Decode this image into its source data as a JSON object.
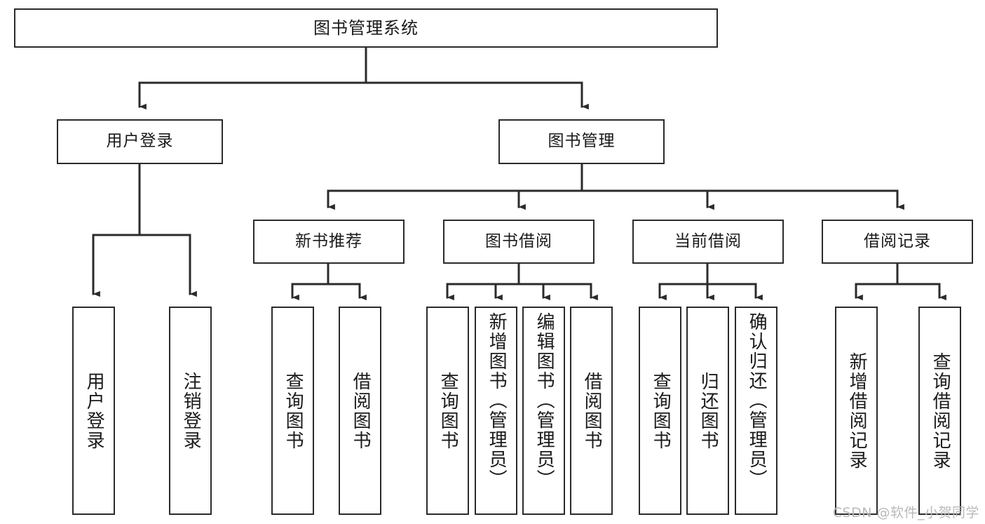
{
  "diagram": {
    "title": "图书管理系统",
    "root": {
      "label": "图书管理系统"
    },
    "level2": [
      {
        "label": "用户登录"
      },
      {
        "label": "图书管理"
      }
    ],
    "level3": [
      {
        "label": "新书推荐"
      },
      {
        "label": "图书借阅"
      },
      {
        "label": "当前借阅"
      },
      {
        "label": "借阅记录"
      }
    ],
    "leaves": {
      "user_login": [
        {
          "label": "用户登录"
        },
        {
          "label": "注销登录"
        }
      ],
      "new_book_recommend": [
        {
          "label": "查询图书"
        },
        {
          "label": "借阅图书"
        }
      ],
      "book_borrow": [
        {
          "label": "查询图书"
        },
        {
          "label": "新增图书（管理员）"
        },
        {
          "label": "编辑图书（管理员）"
        },
        {
          "label": "借阅图书"
        }
      ],
      "current_borrow": [
        {
          "label": "查询图书"
        },
        {
          "label": "归还图书"
        },
        {
          "label": "确认归还（管理员）"
        }
      ],
      "borrow_record": [
        {
          "label": "新增借阅记录"
        },
        {
          "label": "查询借阅记录"
        }
      ]
    },
    "colors": {
      "stroke": "#2b2b2b",
      "background": "#ffffff",
      "text": "#1a1a1a",
      "watermark": "#b9b9b9"
    }
  },
  "watermark": {
    "text": "CSDN @软件_小贺同学"
  }
}
